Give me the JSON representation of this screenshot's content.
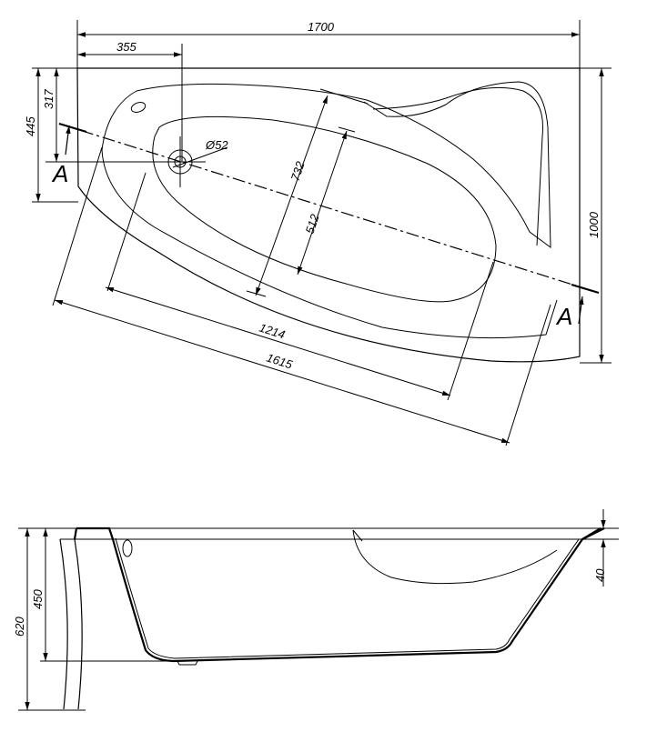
{
  "top_view": {
    "dimensions": {
      "overall_length": "1700",
      "drain_offset_x": "355",
      "drain_offset_y": "317",
      "section_offset": "445",
      "overall_width": "1000",
      "inner_width": "732",
      "bottom_width": "512",
      "bottom_length": "1214",
      "tub_length": "1615",
      "drain_diameter": "Ø52"
    },
    "section_marks": {
      "left": "A",
      "right": "A"
    }
  },
  "side_view": {
    "dimensions": {
      "total_height": "620",
      "tub_depth": "450",
      "rim_thickness": "40"
    }
  }
}
